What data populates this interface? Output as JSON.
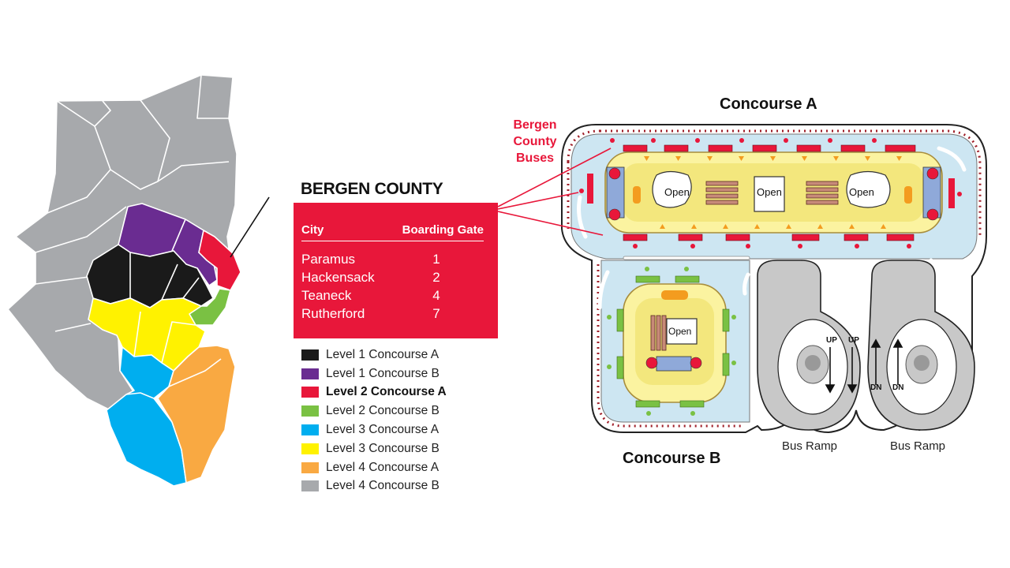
{
  "county_heading": "BERGEN COUNTY",
  "table": {
    "headers": {
      "city": "City",
      "gate": "Boarding Gate"
    },
    "rows": [
      {
        "city": "Paramus",
        "gate": "1"
      },
      {
        "city": "Hackensack",
        "gate": "2"
      },
      {
        "city": "Teaneck",
        "gate": "4"
      },
      {
        "city": "Rutherford",
        "gate": "7"
      }
    ]
  },
  "legend": [
    {
      "label": "Level 1 Concourse A",
      "color": "#1a1a1a",
      "emphasis": false
    },
    {
      "label": "Level 1 Concourse B",
      "color": "#6a2c91",
      "emphasis": false
    },
    {
      "label": "Level 2 Concourse A",
      "color": "#e8173a",
      "emphasis": true
    },
    {
      "label": "Level 2 Concourse B",
      "color": "#7ac143",
      "emphasis": false
    },
    {
      "label": "Level 3 Concourse A",
      "color": "#00aeef",
      "emphasis": false
    },
    {
      "label": "Level 3 Concourse B",
      "color": "#fff200",
      "emphasis": false
    },
    {
      "label": "Level 4 Concourse A",
      "color": "#f9a942",
      "emphasis": false
    },
    {
      "label": "Level 4 Concourse B",
      "color": "#a7a9ac",
      "emphasis": false
    }
  ],
  "terminal": {
    "concourse_a": "Concourse A",
    "concourse_b": "Concourse B",
    "bergen_buses": [
      "Bergen",
      "County",
      "Buses"
    ],
    "open_label": "Open",
    "bus_ramp": "Bus Ramp",
    "up": "UP",
    "dn": "DN"
  },
  "colors": {
    "highlight_red": "#e8173a",
    "floor_blue": "#cde6f2",
    "platform_yellow": "#fbf3a0",
    "ramp_gray": "#c8c8c8"
  }
}
